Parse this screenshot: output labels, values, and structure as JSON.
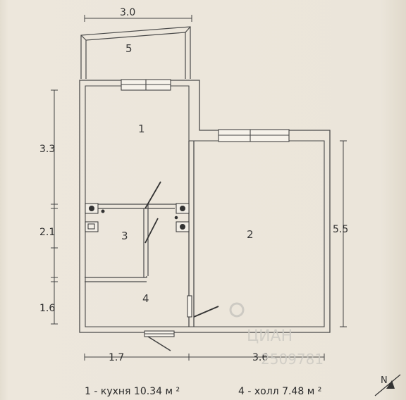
{
  "rooms": [
    {
      "number": "1"
    },
    {
      "number": "2"
    },
    {
      "number": "3"
    },
    {
      "number": "4"
    },
    {
      "number": "5"
    }
  ],
  "dimensions": {
    "top_width": "3.0",
    "left_room1_height": "3.3",
    "left_room3_height": "2.1",
    "left_room4_height": "1.6",
    "bottom_left_width": "1.7",
    "bottom_right_width": "3.6",
    "right_height": "5.5"
  },
  "legend": [
    {
      "num": "1",
      "text": " - кухня 10.34 м ²"
    },
    {
      "num": "4",
      "text": " - холл 7.48 м ²"
    }
  ],
  "watermark": {
    "text": "ЦИАН",
    "id": "2509781"
  },
  "compass": {
    "letter": "N"
  },
  "colors": {
    "paper": "#ebe5da",
    "wall": "#4a4a4a",
    "wall_fill": "#f1ece2",
    "ink": "#2f2f2f"
  }
}
